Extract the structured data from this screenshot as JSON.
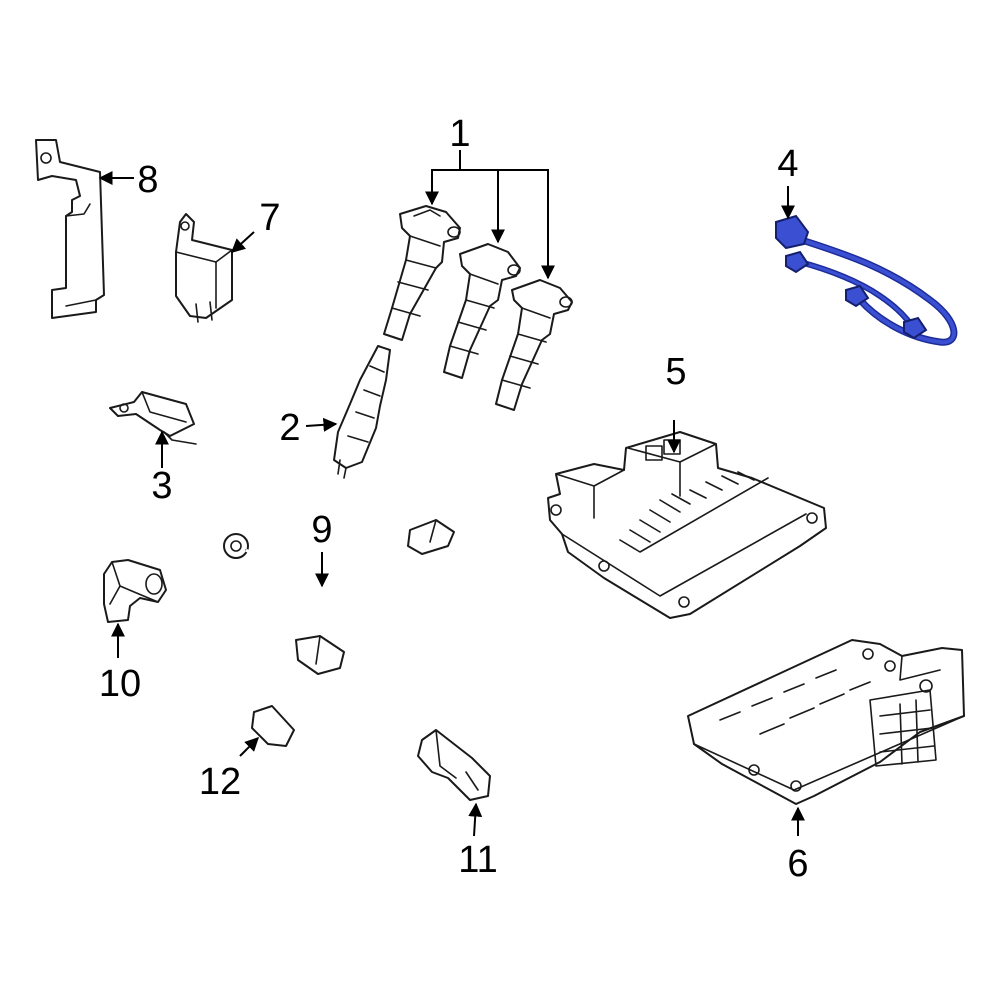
{
  "callouts": {
    "c1": "1",
    "c2": "2",
    "c3": "3",
    "c4": "4",
    "c5": "5",
    "c6": "6",
    "c7": "7",
    "c8": "8",
    "c9": "9",
    "c10": "10",
    "c11": "11",
    "c12": "12"
  },
  "colors": {
    "highlight": "#3a4fd1",
    "line": "#1a1a1a"
  }
}
